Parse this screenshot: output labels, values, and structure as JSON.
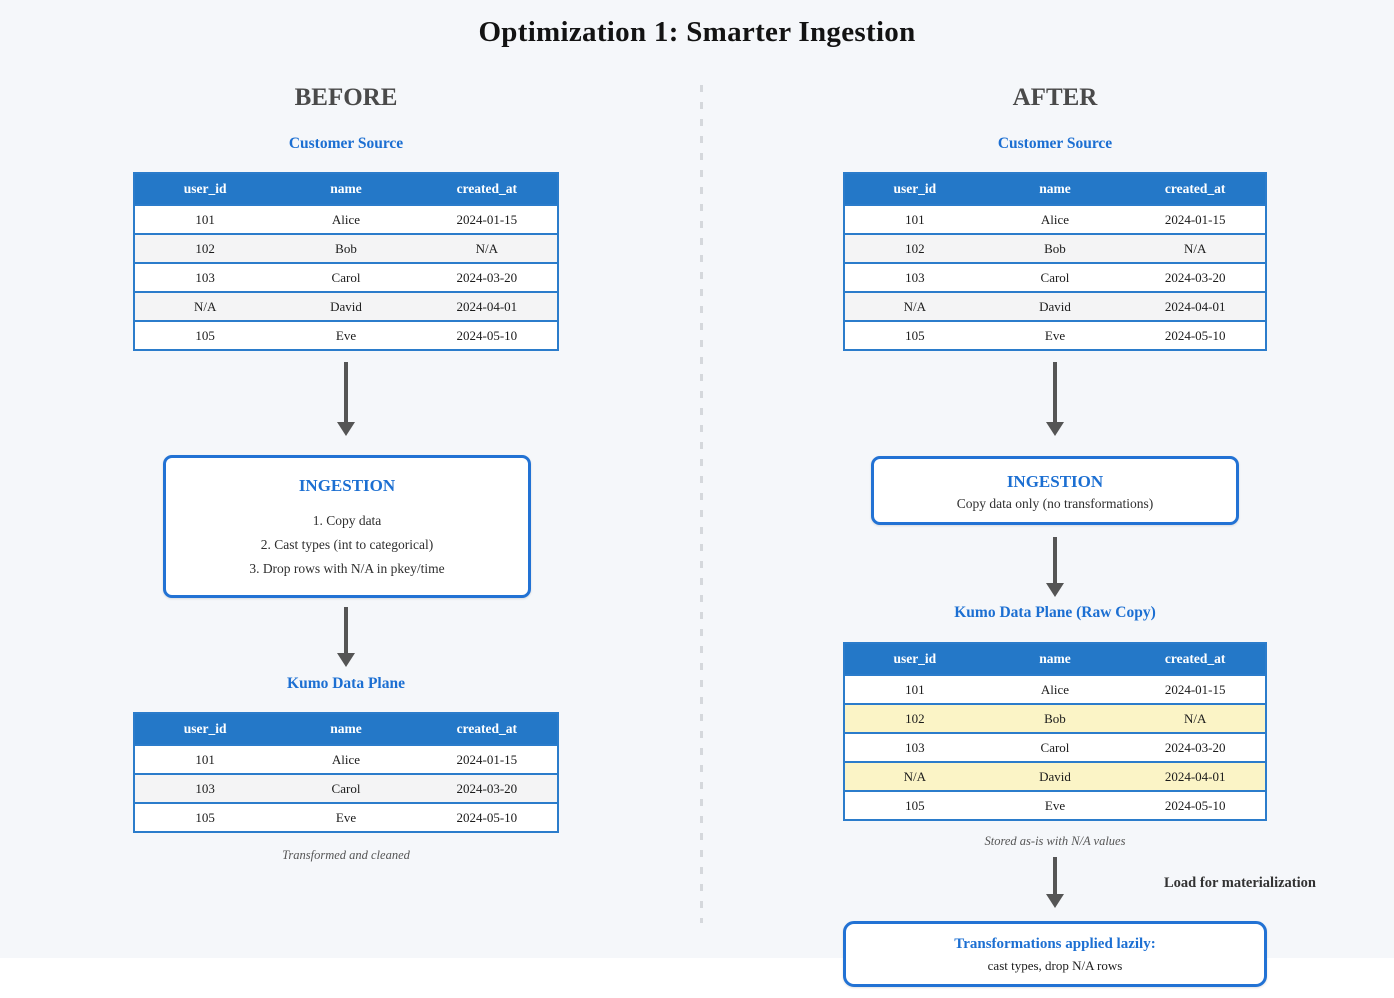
{
  "page": {
    "title": "Optimization 1: Smarter Ingestion",
    "colors": {
      "background": "#f5f7fa",
      "table_header_blue": "#2478c8",
      "table_border_blue": "#2b7ccb",
      "accent_text_blue": "#1c6fd2",
      "highlight_yellow": "#fbf4c6",
      "arrow_gray": "#555555"
    }
  },
  "before": {
    "label": "BEFORE",
    "source_table": {
      "title": "Customer Source",
      "columns": [
        "user_id",
        "name",
        "created_at"
      ],
      "rows": [
        [
          "101",
          "Alice",
          "2024-01-15"
        ],
        [
          "102",
          "Bob",
          "N/A"
        ],
        [
          "103",
          "Carol",
          "2024-03-20"
        ],
        [
          "N/A",
          "David",
          "2024-04-01"
        ],
        [
          "105",
          "Eve",
          "2024-05-10"
        ]
      ]
    },
    "ingestion_box": {
      "title": "INGESTION",
      "steps": [
        "1. Copy data",
        "2. Cast types (int to categorical)",
        "3. Drop rows with N/A in pkey/time"
      ]
    },
    "result_table": {
      "title": "Kumo Data Plane",
      "columns": [
        "user_id",
        "name",
        "created_at"
      ],
      "rows": [
        [
          "101",
          "Alice",
          "2024-01-15"
        ],
        [
          "103",
          "Carol",
          "2024-03-20"
        ],
        [
          "105",
          "Eve",
          "2024-05-10"
        ]
      ],
      "caption": "Transformed and cleaned"
    }
  },
  "after": {
    "label": "AFTER",
    "source_table": {
      "title": "Customer Source",
      "columns": [
        "user_id",
        "name",
        "created_at"
      ],
      "rows": [
        [
          "101",
          "Alice",
          "2024-01-15"
        ],
        [
          "102",
          "Bob",
          "N/A"
        ],
        [
          "103",
          "Carol",
          "2024-03-20"
        ],
        [
          "N/A",
          "David",
          "2024-04-01"
        ],
        [
          "105",
          "Eve",
          "2024-05-10"
        ]
      ]
    },
    "ingestion_box": {
      "title": "INGESTION",
      "subtitle": "Copy data only (no transformations)"
    },
    "result_table": {
      "title": "Kumo Data Plane (Raw Copy)",
      "columns": [
        "user_id",
        "name",
        "created_at"
      ],
      "rows": [
        [
          "101",
          "Alice",
          "2024-01-15"
        ],
        [
          "102",
          "Bob",
          "N/A"
        ],
        [
          "103",
          "Carol",
          "2024-03-20"
        ],
        [
          "N/A",
          "David",
          "2024-04-01"
        ],
        [
          "105",
          "Eve",
          "2024-05-10"
        ]
      ],
      "highlighted_rows": [
        1,
        3
      ],
      "caption": "Stored as-is with N/A values"
    },
    "arrow_label": "Load for materialization",
    "lazy_box": {
      "title": "Transformations applied lazily:",
      "subtitle": "cast types, drop N/A rows"
    }
  }
}
